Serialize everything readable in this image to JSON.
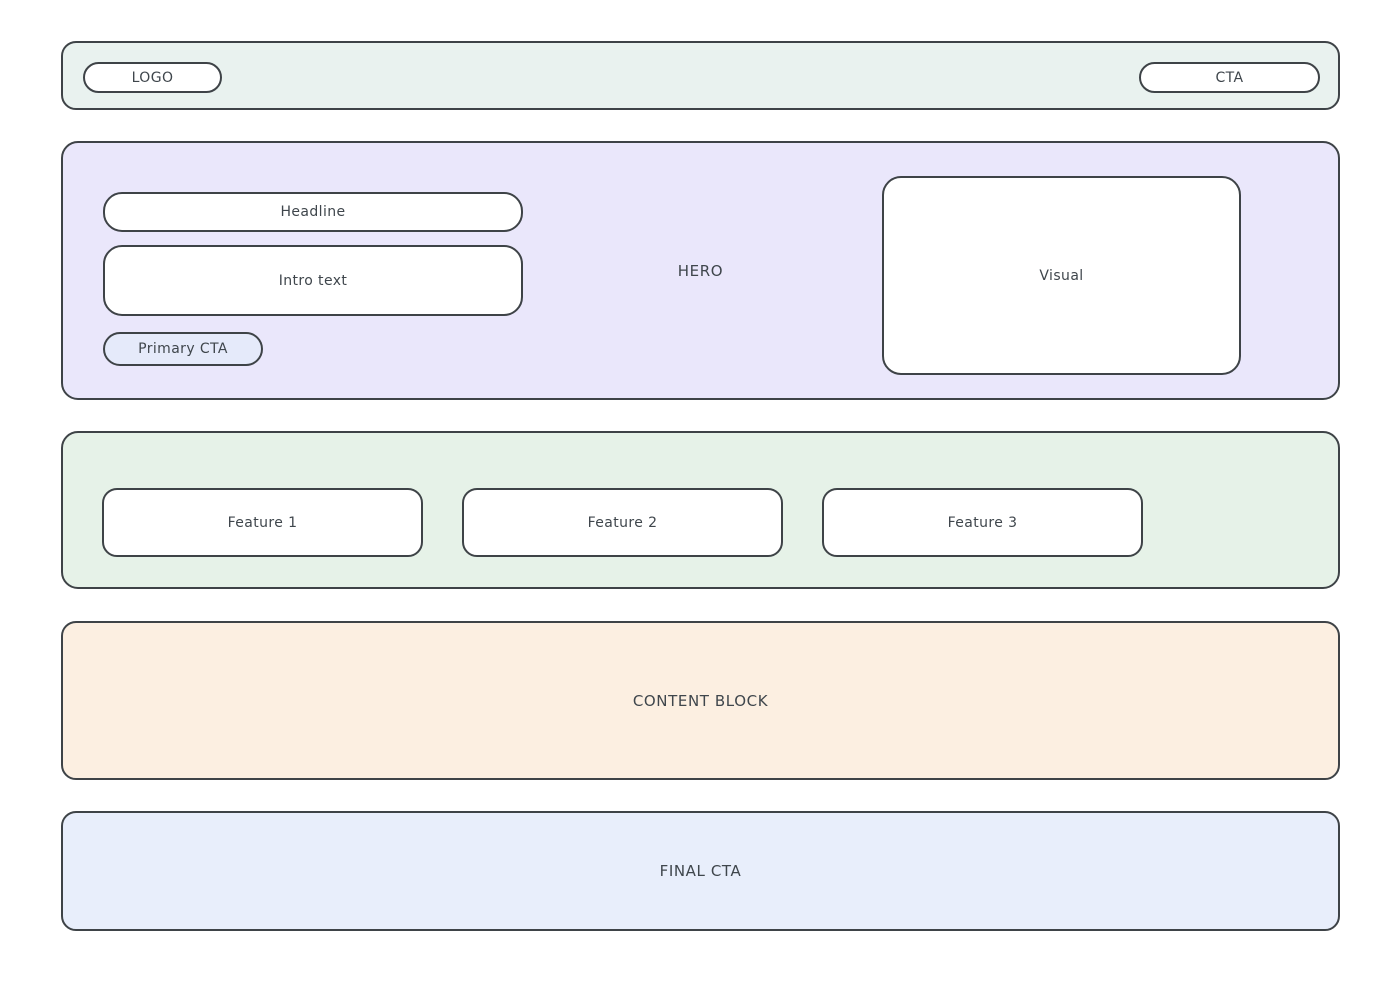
{
  "header": {
    "logo_label": "LOGO",
    "cta_label": "CTA"
  },
  "hero": {
    "section_label": "HERO",
    "headline_label": "Headline",
    "intro_label": "Intro text",
    "primary_cta_label": "Primary CTA",
    "visual_label": "Visual"
  },
  "features": {
    "items": [
      {
        "label": "Feature 1"
      },
      {
        "label": "Feature 2"
      },
      {
        "label": "Feature 3"
      }
    ]
  },
  "content_block": {
    "label": "CONTENT BLOCK"
  },
  "final_cta": {
    "label": "FINAL CTA"
  },
  "colors": {
    "page_bg": "#ffffff",
    "outline": "#3e4347",
    "text": "#3f464c",
    "header_bg": "#e9f2ef",
    "hero_bg": "#eae7fb",
    "features_bg": "#e6f2e8",
    "content_bg": "#fcefe1",
    "final_cta_bg": "#e8eefb",
    "primary_cta_bg": "#e5eafa"
  }
}
